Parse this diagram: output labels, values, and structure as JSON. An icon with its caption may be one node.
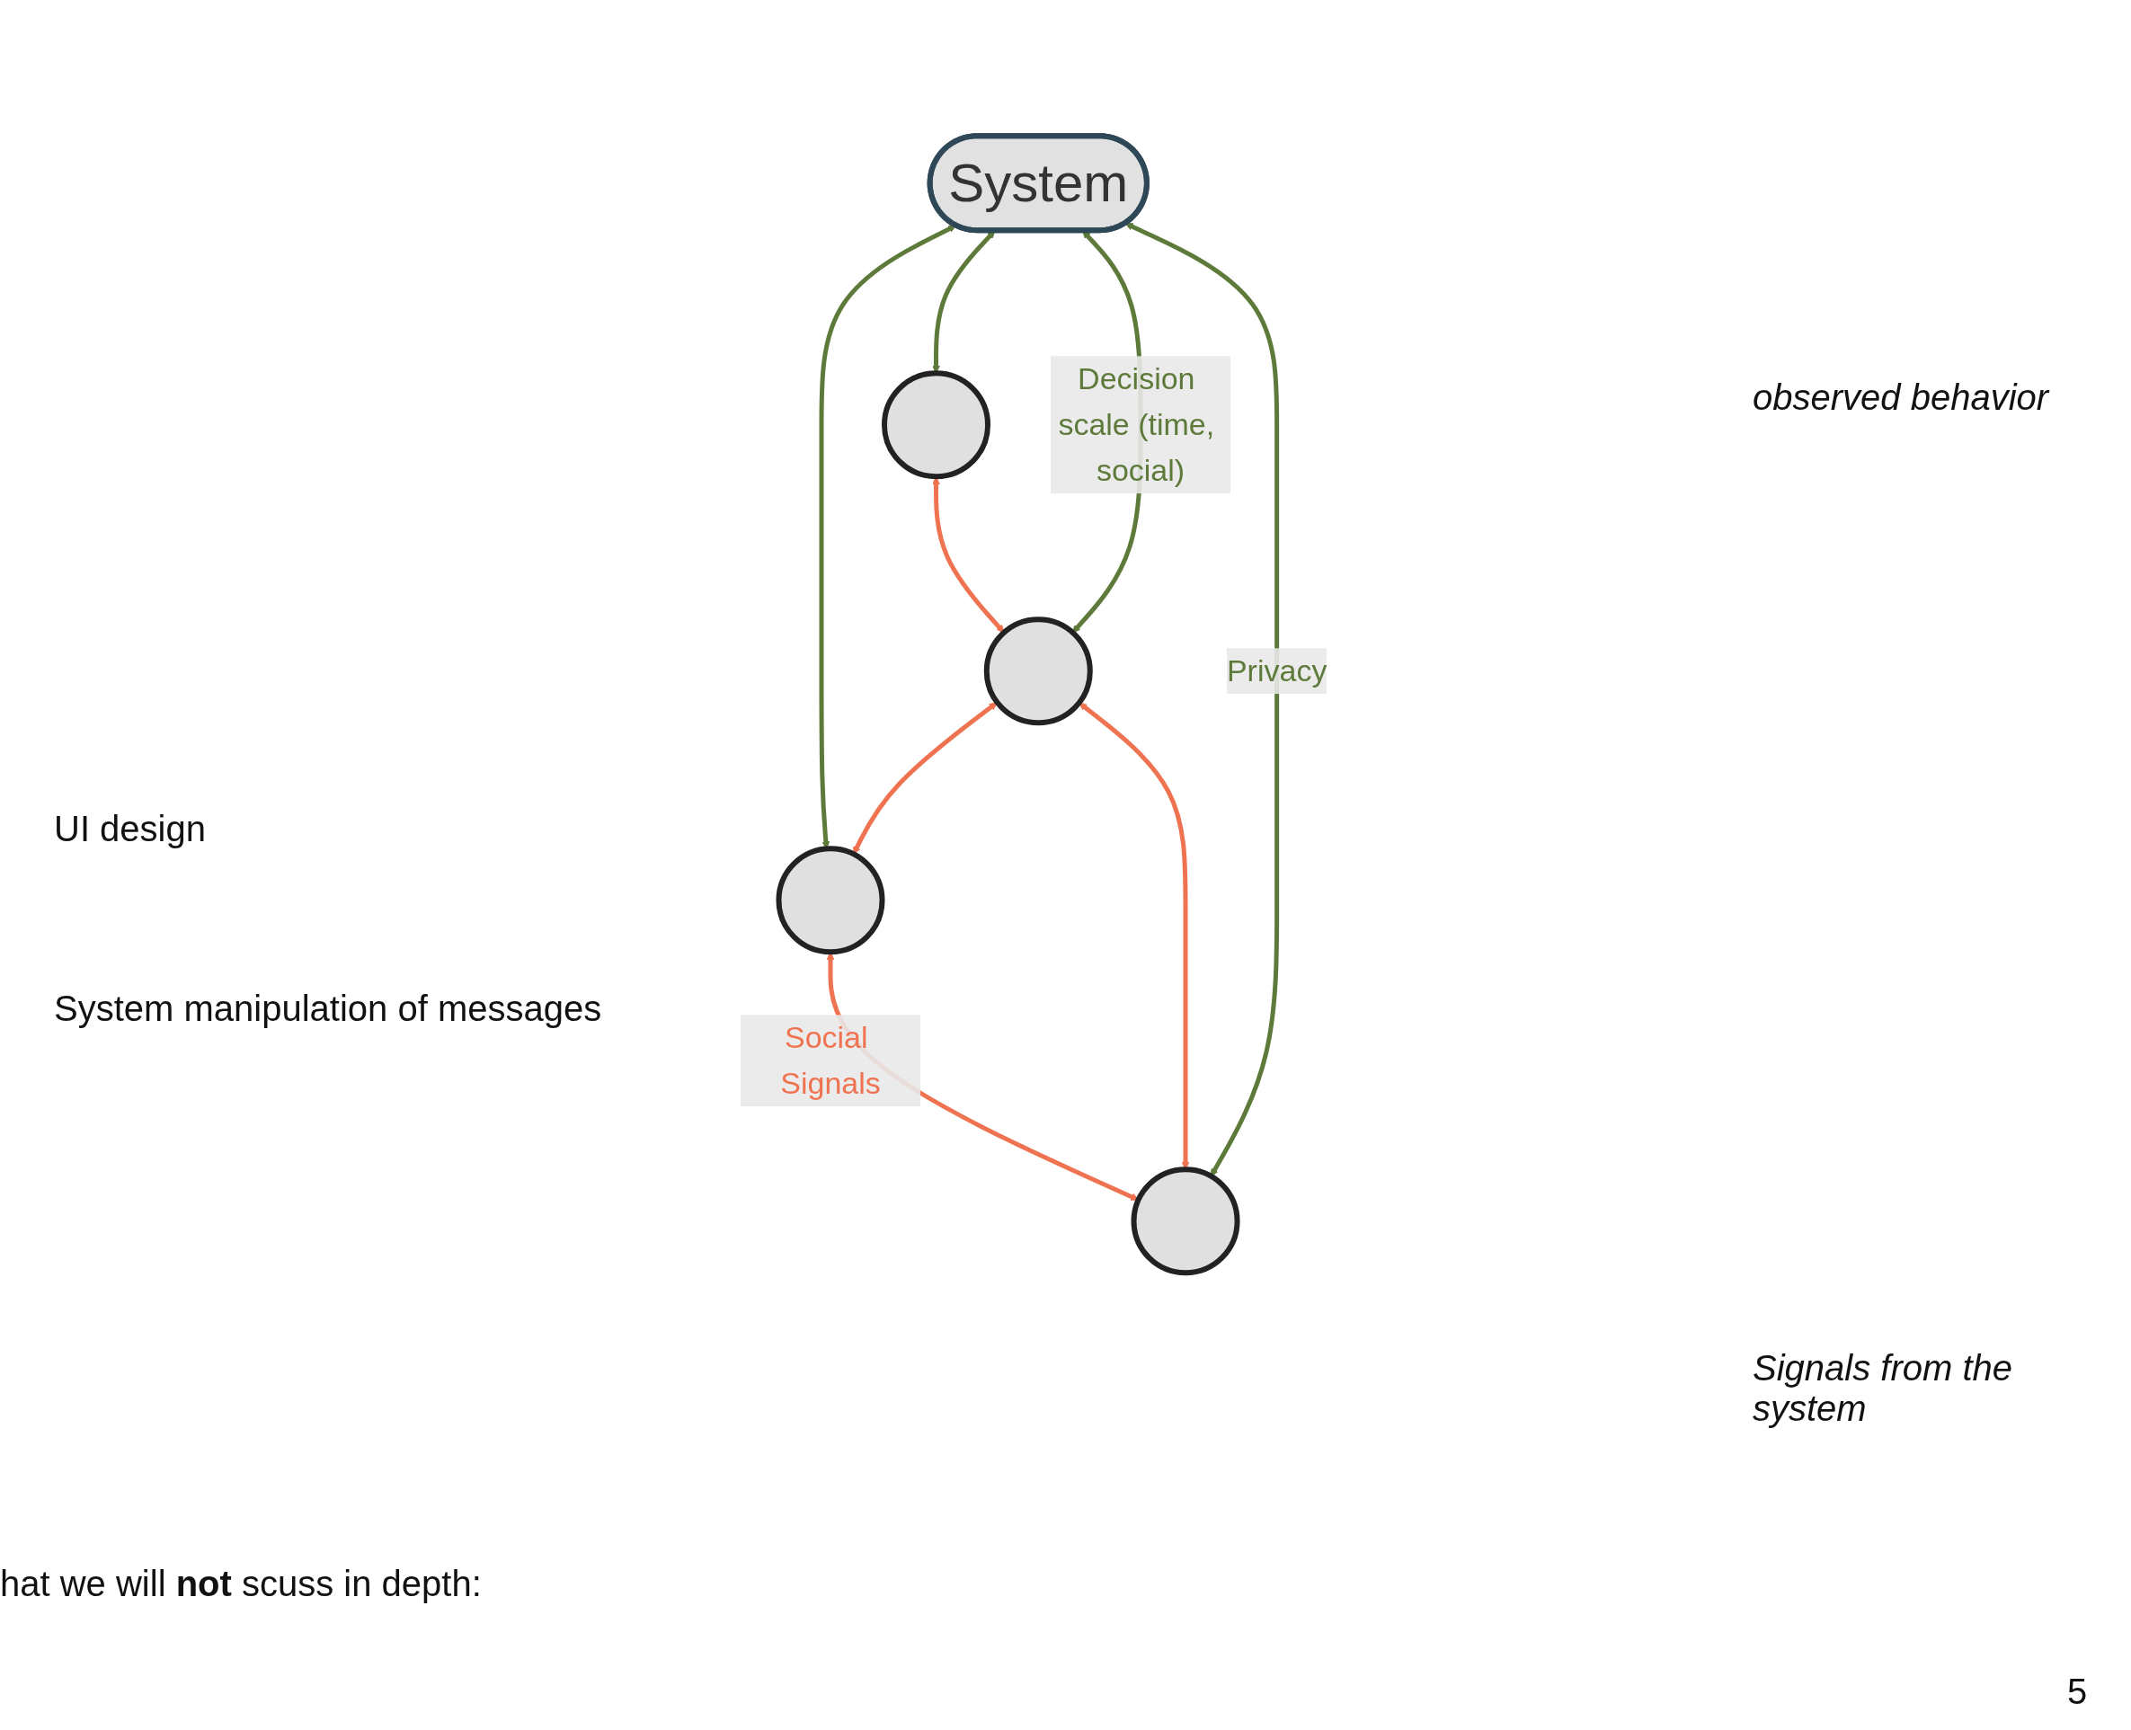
{
  "diagram": {
    "nodes": [
      {
        "text": [
          "System"
        ]
      },
      {
        "text": [],
        "shape": "circle"
      },
      {
        "text": [],
        "shape": "circle"
      },
      {
        "text": [],
        "shape": "circle"
      },
      {
        "text": [],
        "shape": "circle"
      }
    ],
    "edges": [
      {
        "from": 0,
        "to": 3,
        "arrow": "both"
      },
      {
        "from": 0,
        "to": 1,
        "arrow": "both"
      },
      {
        "from": 0,
        "to": 2,
        "arrow": "both",
        "label": "Decision scale (time, social)"
      },
      {
        "from": 0,
        "to": 4,
        "arrow": "both",
        "label": "Privacy"
      },
      {
        "from": 1,
        "to": 2,
        "arrow": "both",
        "color": "#ef7350"
      },
      {
        "from": 2,
        "to": 3,
        "arrow": "both",
        "color": "#ef7350"
      },
      {
        "from": 2,
        "to": 4,
        "arrow": "both",
        "color": "#ef7350"
      },
      {
        "from": 3,
        "to": 4,
        "arrow": "both",
        "color": "#ef7350",
        "label": "Social Signals"
      }
    ],
    "labels": [
      "Signals from the system",
      "observed behavior",
      "UI design",
      "System manipulation of messages",
      "hat we will **not** scuss in depth:",
      "5"
    ]
  }
}
